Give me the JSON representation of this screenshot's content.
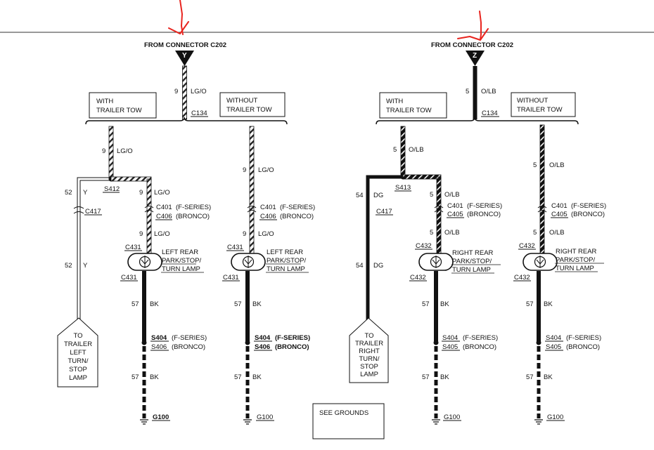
{
  "annotation_color": "#e8251f",
  "wire_patterns": {
    "lg_o": "striped-light",
    "o_lb": "striped-dark",
    "y": "double-line",
    "dg": "solid-thick",
    "bk": "dashed-thick"
  },
  "left": {
    "from_connector": "FROM CONNECTOR C202",
    "connector_letter": "Y",
    "main_wire": {
      "gauge": "9",
      "color": "LG/O"
    },
    "splice_c": "C134",
    "with_label": [
      "WITH",
      "TRAILER TOW"
    ],
    "without_label": [
      "WITHOUT",
      "TRAILER TOW"
    ],
    "with_branch": {
      "wire_gauge": "9",
      "wire_color": "LG/O",
      "splice": "S412",
      "trailer_wire_gauge": "52",
      "trailer_wire_color": "Y",
      "trailer_connector": "C417",
      "trailer_wire_gauge_2": "52",
      "trailer_wire_color_2": "Y",
      "trailer_label": [
        "TO",
        "TRAILER",
        "LEFT",
        "TURN/",
        "STOP",
        "LAMP"
      ],
      "lamp_wire_gauge": "9",
      "lamp_wire_color": "LG/O",
      "c401": "C401",
      "c401_note": "(F-SERIES)",
      "c406": "C406",
      "c406_note": "(BRONCO)",
      "lamp_wire_gauge_2": "9",
      "lamp_wire_color_2": "LG/O",
      "lamp_connector_top": "C431",
      "lamp_label": [
        "LEFT REAR",
        "PARK/STOP/",
        "TURN LAMP"
      ],
      "lamp_connector_bottom": "C431",
      "ground_wire_gauge": "57",
      "ground_wire_color": "BK",
      "s404": "S404",
      "s404_note": "(F-SERIES)",
      "s406": "S406",
      "s406_note": "(BRONCO)",
      "ground_wire_gauge_2": "57",
      "ground_wire_color_2": "BK",
      "ground": "G100"
    },
    "without_branch": {
      "wire_gauge": "9",
      "wire_color": "LG/O",
      "c401": "C401",
      "c401_note": "(F-SERIES)",
      "c406": "C406",
      "c406_note": "(BRONCO)",
      "wire_gauge_2": "9",
      "wire_color_2": "LG/O",
      "lamp_connector_top": "C431",
      "lamp_label": [
        "LEFT REAR",
        "PARK/STOP/",
        "TURN LAMP"
      ],
      "lamp_connector_bottom": "C431",
      "ground_wire_gauge": "57",
      "ground_wire_color": "BK",
      "s404": "S404",
      "s404_note": "(F-SERIES)",
      "s406": "S406",
      "s406_note": "(BRONCO)",
      "ground_wire_gauge_2": "57",
      "ground_wire_color_2": "BK",
      "ground": "G100"
    }
  },
  "right": {
    "from_connector": "FROM CONNECTOR C202",
    "connector_letter": "Z",
    "main_wire": {
      "gauge": "5",
      "color": "O/LB"
    },
    "splice_c": "C134",
    "with_label": [
      "WITH",
      "TRAILER TOW"
    ],
    "without_label": [
      "WITHOUT",
      "TRAILER TOW"
    ],
    "with_branch": {
      "wire_gauge": "5",
      "wire_color": "O/LB",
      "splice": "S413",
      "trailer_wire_gauge": "54",
      "trailer_wire_color": "DG",
      "trailer_connector": "C417",
      "trailer_wire_gauge_2": "54",
      "trailer_wire_color_2": "DG",
      "trailer_label": [
        "TO",
        "TRAILER",
        "RIGHT",
        "TURN/",
        "STOP",
        "LAMP"
      ],
      "lamp_wire_gauge": "5",
      "lamp_wire_color": "O/LB",
      "c401": "C401",
      "c401_note": "(F-SERIES)",
      "c405": "C405",
      "c405_note": "(BRONCO)",
      "lamp_wire_gauge_2": "5",
      "lamp_wire_color_2": "O/LB",
      "lamp_connector_top": "C432",
      "lamp_label": [
        "RIGHT REAR",
        "PARK/STOP/",
        "TURN LAMP"
      ],
      "lamp_connector_bottom": "C432",
      "ground_wire_gauge": "57",
      "ground_wire_color": "BK",
      "s404": "S404",
      "s404_note": "(F-SERIES)",
      "s405": "S405",
      "s405_note": "(BRONCO)",
      "ground_wire_gauge_2": "57",
      "ground_wire_color_2": "BK",
      "ground": "G100"
    },
    "without_branch": {
      "wire_gauge": "5",
      "wire_color": "O/LB",
      "c401": "C401",
      "c401_note": "(F-SERIES)",
      "c405": "C405",
      "c405_note": "(BRONCO)",
      "wire_gauge_2": "5",
      "wire_color_2": "O/LB",
      "lamp_connector_top": "C432",
      "lamp_label": [
        "RIGHT REAR",
        "PARK/STOP/",
        "TURN LAMP"
      ],
      "lamp_connector_bottom": "C432",
      "ground_wire_gauge": "57",
      "ground_wire_color": "BK",
      "s404": "S404",
      "s404_note": "(F-SERIES)",
      "s405": "S405",
      "s405_note": "(BRONCO)",
      "ground_wire_gauge_2": "57",
      "ground_wire_color_2": "BK",
      "ground": "G100"
    }
  },
  "see_grounds": "SEE GROUNDS"
}
